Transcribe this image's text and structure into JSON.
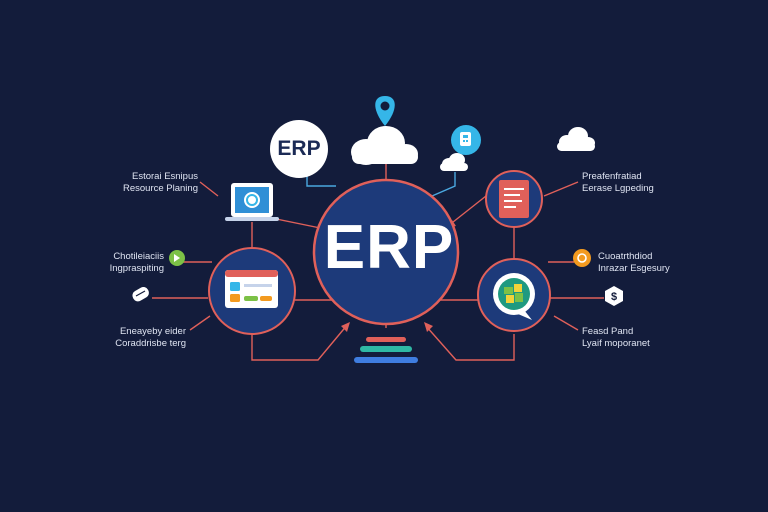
{
  "hub": {
    "label": "ERP"
  },
  "badge": {
    "label": "ERP"
  },
  "labels": {
    "top_left": [
      "Estorai Esnipus",
      "Resource Planing"
    ],
    "mid_left": [
      "Chotileiaciis",
      "Ingpraspiting"
    ],
    "bottom_left": [
      "Eneayeby eider",
      "Coraddrisbe terg"
    ],
    "top_right": [
      "Preafenfratiad",
      "Eerase Lgpeding"
    ],
    "mid_right": [
      "Cuoatrthdiod",
      "Inrazar Esgesury"
    ],
    "bottom_right": [
      "Feasd Pand",
      "Lyaif moporanet"
    ]
  },
  "icons": {
    "location": "location-pin-icon",
    "cloud": "cloud-icon",
    "dashboard": "dashboard-icon",
    "calculator": "calculator-icon",
    "laptop": "laptop-icon",
    "browser": "browser-window-icon",
    "chat": "chat-bubble-icon",
    "stack": "layers-stack-icon",
    "dollar": "dollar-icon"
  },
  "colors": {
    "background": "#131c3b",
    "hub_fill": "#1d3a7a",
    "ring": "#e0605a",
    "connector_red": "#e0605a",
    "connector_blue": "#4aa8e0",
    "cyan": "#35b6e8",
    "green": "#7cc146",
    "orange": "#f39a1f",
    "white": "#ffffff"
  }
}
